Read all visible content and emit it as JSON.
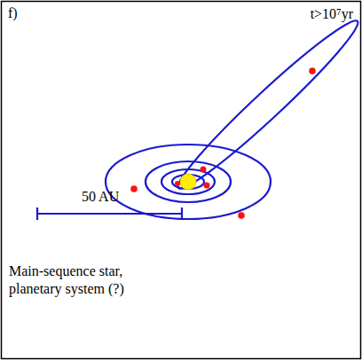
{
  "diagram": {
    "labels": [
      "f)",
      "t>10⁷yr",
      "50 AU",
      "Main-sequence star, planetary system (?)"
    ]
  }
}
